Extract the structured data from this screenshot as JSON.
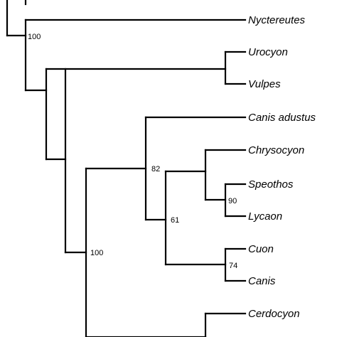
{
  "tree": {
    "taxa": {
      "nyctereutes": "Nyctereutes",
      "urocyon": "Urocyon",
      "vulpes": "Vulpes",
      "canis_adustus": "Canis adustus",
      "chrysocyon": "Chrysocyon",
      "speothos": "Speothos",
      "lycaon": "Lycaon",
      "cuon": "Cuon",
      "canis": "Canis",
      "cerdocyon": "Cerdocyon"
    },
    "support_values": {
      "node_a": "100",
      "node_b": "100",
      "node_c": "82",
      "node_d": "61",
      "node_e": "90",
      "node_f": "74"
    }
  }
}
